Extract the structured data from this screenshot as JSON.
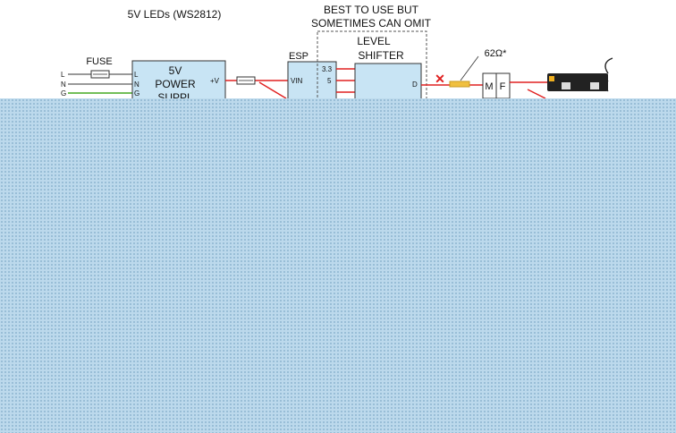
{
  "diagram": {
    "title": "5V LEDs (WS2812)",
    "fuse_label": "FUSE",
    "mains_labels": [
      "L",
      "N",
      "G"
    ],
    "psu": {
      "lines": [
        "5V",
        "POWER",
        "SUPPL"
      ],
      "pin_labels": [
        "L",
        "N",
        "G"
      ],
      "out_label": "+V"
    },
    "esp": {
      "title": "ESP",
      "pin_vin": "VIN",
      "pin_33": "3.3",
      "pin_5": "5"
    },
    "optional_box": {
      "line1": "BEST TO USE BUT",
      "line2": "SOMETIMES CAN OMIT"
    },
    "level_shifter": {
      "line1": "LEVEL",
      "line2": "SHIFTER",
      "pin_d": "D"
    },
    "resistor_label": "62Ω*",
    "connector_labels": [
      "M",
      "F"
    ],
    "omit_mark": "✕",
    "colors": {
      "power_wire": "#e02020",
      "ground_wire": "#44aa22",
      "box_fill": "#c8e4f4",
      "box_stroke": "#333333",
      "overlay": "#bcd9ec"
    }
  }
}
